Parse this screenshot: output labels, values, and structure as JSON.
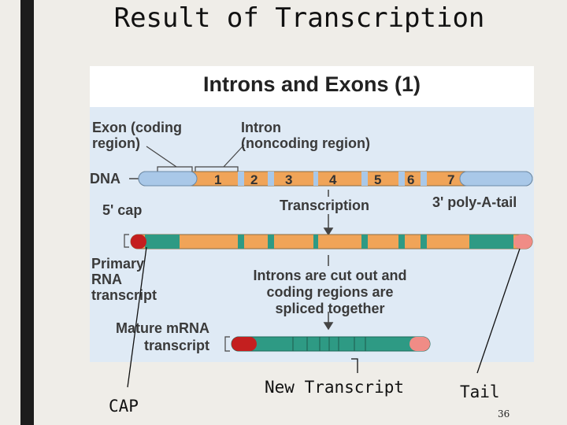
{
  "slide": {
    "title": "Result of Transcription",
    "page_number": "36"
  },
  "figure": {
    "title": "Introns and Exons (1)",
    "labels": {
      "exon_line1": "Exon (coding",
      "exon_line2": "region)",
      "intron_line1": "Intron",
      "intron_line2": "(noncoding region)",
      "dna": "DNA",
      "cap_5": "5' cap",
      "transcription": "Transcription",
      "poly_a": "3' poly-A-tail",
      "primary_line1": "Primary",
      "primary_line2": "RNA",
      "primary_line3": "transcript",
      "splice_line1": "Introns are cut out and",
      "splice_line2": "coding regions are",
      "splice_line3": "spliced together",
      "mature_line1": "Mature mRNA",
      "mature_line2": "transcript"
    },
    "intron_numbers": [
      "1",
      "2",
      "3",
      "4",
      "5",
      "6",
      "7"
    ]
  },
  "annotations": {
    "cap": "CAP",
    "new_transcript": "New Transcript",
    "tail": "Tail"
  },
  "colors": {
    "exon_dna": "#a9c8e8",
    "intron": "#f0a458",
    "exon_rna": "#2e9a84",
    "cap": "#c41f1f",
    "tail": "#f08c86",
    "figure_background": "#dfeaf5",
    "slide_background": "#efede8"
  }
}
